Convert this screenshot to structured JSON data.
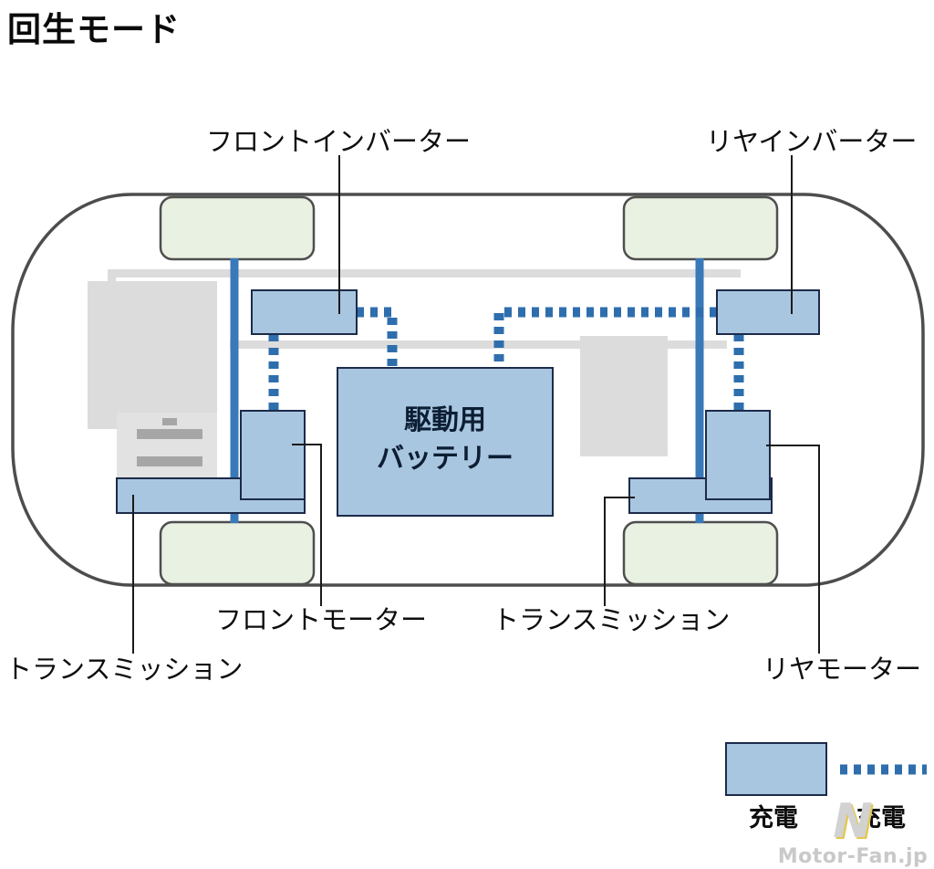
{
  "title": "回生モード",
  "diagram": {
    "front_inverter": "フロントインバーター",
    "rear_inverter": "リヤインバーター",
    "battery": {
      "line1": "駆動用",
      "line2": "バッテリー"
    },
    "front_motor": "フロントモーター",
    "front_transmission": "トランスミッション",
    "rear_transmission": "トランスミッション",
    "rear_motor": "リヤモーター"
  },
  "legend": {
    "charge_box_label": "充電",
    "charge_line_label": "充電"
  },
  "watermark": {
    "logo": "N",
    "text": "Motor-Fan.jp"
  },
  "colors": {
    "component_fill": "#a9c6e0",
    "component_border": "#1c2b4a",
    "flow_blue": "#2e6ead",
    "axle_blue": "#3a79b8",
    "wheel_fill": "#e9f1e2",
    "car_outline": "#4d4d4d",
    "faded_gray": "#dcdcdc"
  }
}
